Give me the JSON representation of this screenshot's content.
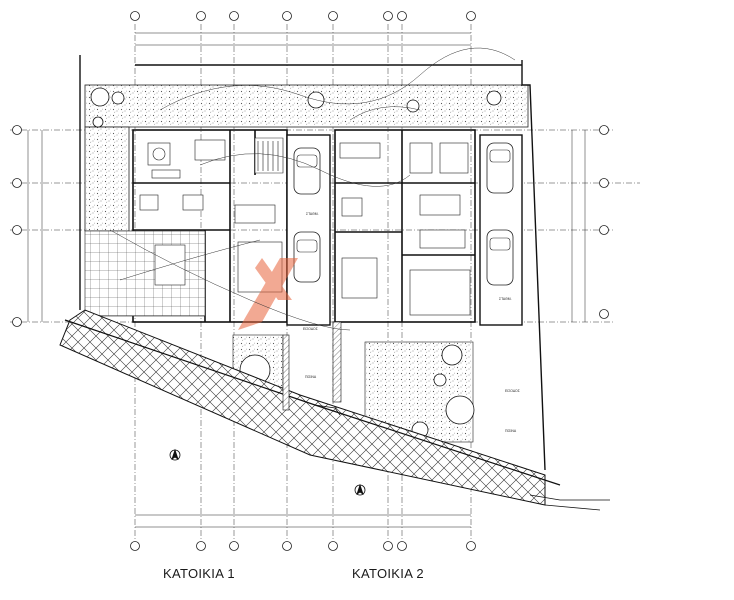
{
  "captions": {
    "house_1": "KATOIKIA 1",
    "house_2": "KATOIKIA 2"
  },
  "plan_labels": {
    "parking_1": "ΣΤΑΘΜ.",
    "parking_2": "ΣΤΑΘΜ.",
    "entry_1": "ΕΙΣΟΔΟΣ",
    "entry_2": "ΕΙΣΟΔΟΣ",
    "pool_1": "ΠΙΣΙΝΑ",
    "pool_2": "ΠΙΣΙΝΑ"
  },
  "colors": {
    "line": "#1c1c1c",
    "watermark": "#e8643c",
    "background": "#ffffff"
  }
}
